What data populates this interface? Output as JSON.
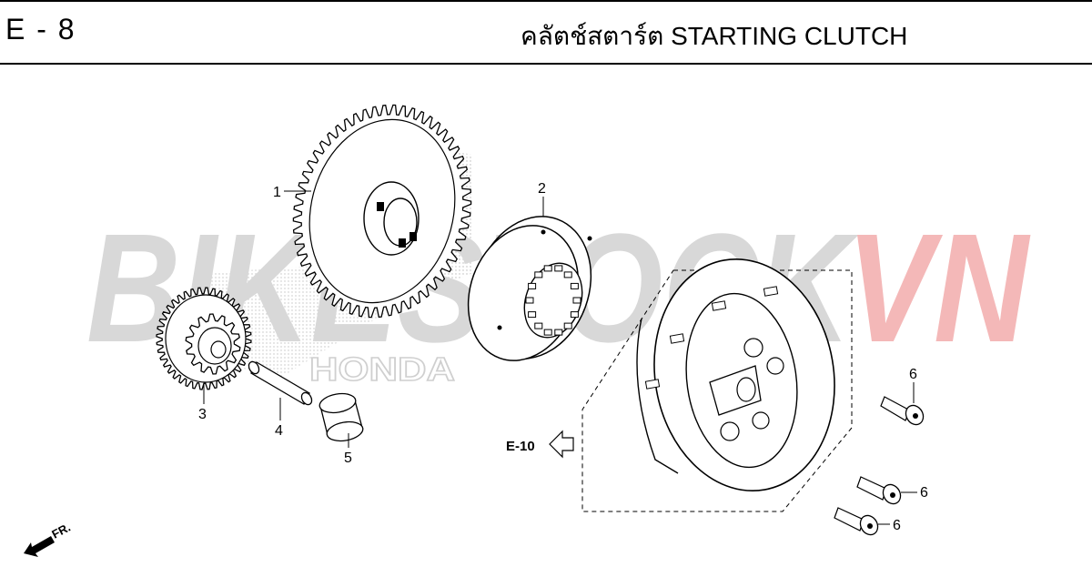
{
  "header": {
    "page_code": "E - 8",
    "title": "คลัตช์สตาร์ต  STARTING CLUTCH"
  },
  "watermark": {
    "text_gray": "BIKESTOCK",
    "text_red": "VN",
    "brand": "HONDA",
    "color_gray": "#d8d8d8",
    "color_red": "#f4b8b8"
  },
  "callouts": [
    "1",
    "2",
    "3",
    "4",
    "5",
    "6",
    "6",
    "6"
  ],
  "reference": {
    "label": "E-10"
  },
  "direction": {
    "label": "FR."
  }
}
